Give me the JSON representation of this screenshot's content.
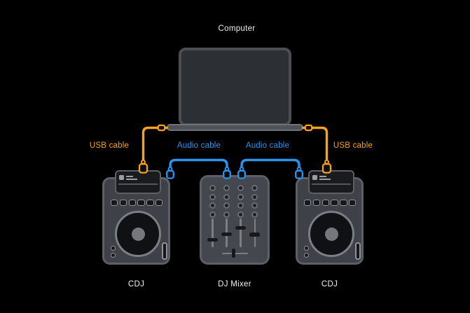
{
  "scene": {
    "background": "#000000"
  },
  "diagram": {
    "type": "connection-diagram",
    "nodes": [
      {
        "id": "computer",
        "label": "Computer",
        "type": "laptop"
      },
      {
        "id": "cdj-left",
        "label": "CDJ",
        "type": "cdj-player"
      },
      {
        "id": "dj-mixer",
        "label": "DJ Mixer",
        "type": "mixer"
      },
      {
        "id": "cdj-right",
        "label": "CDJ",
        "type": "cdj-player"
      }
    ],
    "edges": [
      {
        "from": "cdj-left",
        "to": "computer",
        "label": "USB cable",
        "color": "#F6A21D"
      },
      {
        "from": "cdj-left",
        "to": "dj-mixer",
        "label": "Audio cable",
        "color": "#2A93EE"
      },
      {
        "from": "cdj-right",
        "to": "dj-mixer",
        "label": "Audio cable",
        "color": "#2A93EE"
      },
      {
        "from": "cdj-right",
        "to": "computer",
        "label": "USB cable",
        "color": "#F6A21D"
      }
    ]
  },
  "colors": {
    "usb_cable": "#F6A21D",
    "audio_cable": "#2A93EE",
    "node_label_text": "#F1F1F2",
    "device_outline": "#5C5F65"
  },
  "mixer": {
    "knob_rows": 4,
    "knob_cols": 4,
    "fader_positions": [
      0.75,
      0.55,
      0.33,
      0.56
    ],
    "crossfader_position": 0.45
  },
  "cdj": {
    "button_count": 6
  }
}
